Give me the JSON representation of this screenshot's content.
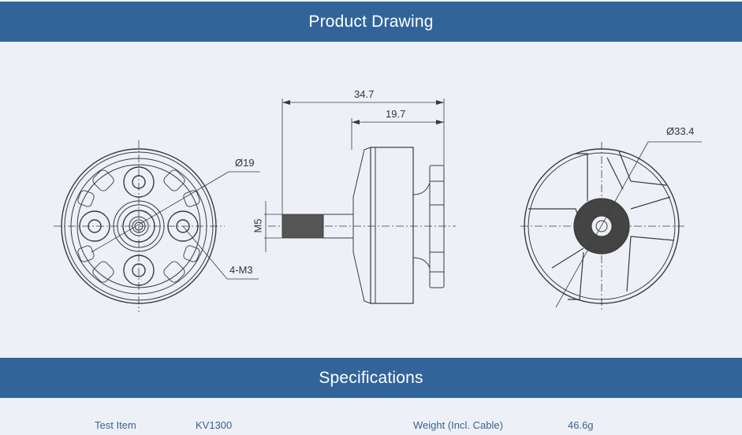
{
  "sections": {
    "drawing_title": "Product Drawing",
    "specs_title": "Specifications"
  },
  "drawing": {
    "front_view": {
      "dim_diameter": "Ø19",
      "dim_holes": "4-M3"
    },
    "side_view": {
      "dim_overall": "34.7",
      "dim_body": "19.7",
      "dim_shaft": "M5"
    },
    "rear_view": {
      "dim_diameter": "Ø33.4"
    }
  },
  "specs": {
    "rows": [
      {
        "label": "Test Item",
        "value": "KV1300",
        "label2": "Weight (Incl. Cable)",
        "value2": "46.6g"
      }
    ]
  },
  "colors": {
    "banner": "#32649a",
    "background": "#edf1f7",
    "line": "#3a3a3a"
  }
}
